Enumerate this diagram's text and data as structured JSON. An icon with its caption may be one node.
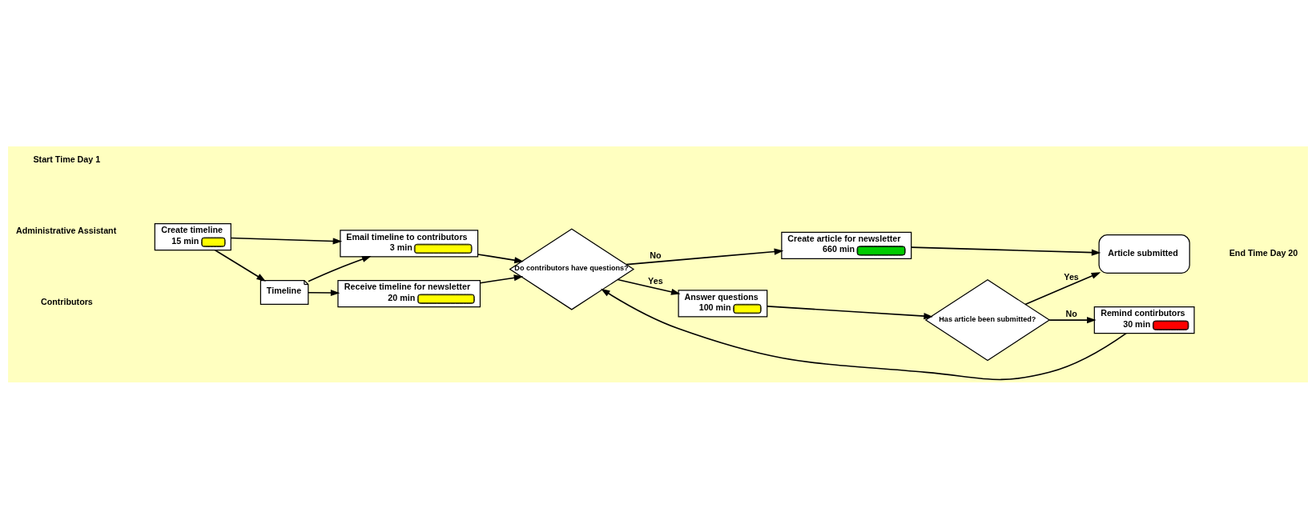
{
  "diagram": {
    "nodes": [
      {
        "text": [
          "Create timeline",
          "15 min"
        ]
      },
      {
        "text": [
          "Email timeline to contributors",
          "3 min"
        ]
      },
      {
        "text": [
          "Timeline"
        ]
      },
      {
        "text": [
          "Receive timeline for newsletter",
          "20 min"
        ]
      },
      {
        "text": [
          "Do contributors have questions?"
        ]
      },
      {
        "text": [
          "Answer questions",
          "100 min"
        ]
      },
      {
        "text": [
          "Create article for newsletter",
          "660 min"
        ]
      },
      {
        "text": [
          "Has article been submitted?"
        ]
      },
      {
        "text": [
          "Remind contirbutors",
          "30 min"
        ]
      },
      {
        "text": [
          "Article submitted"
        ]
      }
    ],
    "edges": [
      {
        "from": 0,
        "to": 1,
        "arrow": "to"
      },
      {
        "from": 0,
        "to": 2,
        "arrow": "to"
      },
      {
        "from": 2,
        "to": 1,
        "arrow": "to"
      },
      {
        "from": 2,
        "to": 3,
        "arrow": "to"
      },
      {
        "from": 1,
        "to": 4,
        "arrow": "to"
      },
      {
        "from": 3,
        "to": 4,
        "arrow": "to"
      },
      {
        "from": 4,
        "to": 5,
        "label": "Yes",
        "arrow": "to"
      },
      {
        "from": 4,
        "to": 6,
        "label": "No",
        "arrow": "to"
      },
      {
        "from": 5,
        "to": 7,
        "arrow": "to"
      },
      {
        "from": 7,
        "to": 8,
        "label": "No",
        "arrow": "to"
      },
      {
        "from": 7,
        "to": 9,
        "label": "Yes",
        "arrow": "to"
      },
      {
        "from": 6,
        "to": 9,
        "arrow": "to"
      },
      {
        "from": 8,
        "to": 4,
        "arrow": "to"
      }
    ],
    "labels": [
      "Start Time Day 1",
      "End Time Day 20",
      "Administrative Assistant",
      "Contributors"
    ]
  }
}
